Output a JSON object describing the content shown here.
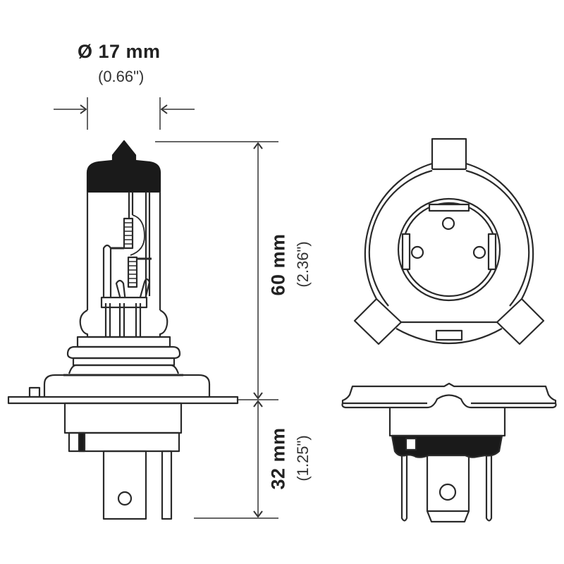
{
  "diagram": {
    "subject": "Halogen headlight bulb dimensional drawing",
    "views": [
      "side-view",
      "top-view",
      "base-side-view"
    ],
    "dimensions": {
      "diameter": {
        "primary": "Ø 17 mm",
        "secondary": "(0.66\")"
      },
      "glass_height": {
        "primary": "60  mm",
        "secondary": "(2.36\")"
      },
      "base_height": {
        "primary": "32 mm",
        "secondary": "(1.25\")"
      }
    },
    "colors": {
      "line": "#2a2a2a",
      "dimension_line": "#666666",
      "fill_dark": "#1a1a1a",
      "background": "#ffffff"
    }
  }
}
